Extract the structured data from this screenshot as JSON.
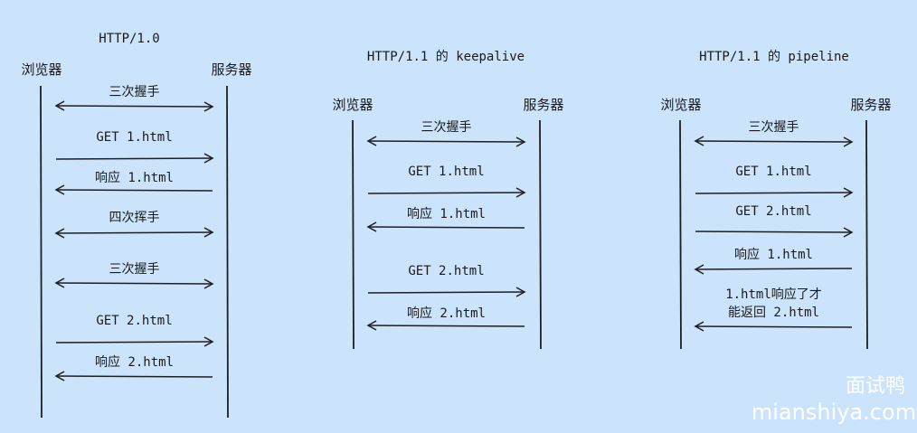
{
  "diagrams": [
    {
      "title": "HTTP/1.0",
      "client": "浏览器",
      "server": "服务器",
      "messages": [
        {
          "label": "三次握手",
          "direction": "both"
        },
        {
          "label": "GET 1.html",
          "direction": "right"
        },
        {
          "label": "响应 1.html",
          "direction": "left"
        },
        {
          "label": "四次挥手",
          "direction": "both"
        },
        {
          "label": "三次握手",
          "direction": "both"
        },
        {
          "label": "GET 2.html",
          "direction": "right"
        },
        {
          "label": "响应 2.html",
          "direction": "left"
        }
      ]
    },
    {
      "title": "HTTP/1.1 的 keepalive",
      "client": "浏览器",
      "server": "服务器",
      "messages": [
        {
          "label": "三次握手",
          "direction": "both"
        },
        {
          "label": "GET 1.html",
          "direction": "right"
        },
        {
          "label": "响应 1.html",
          "direction": "left"
        },
        {
          "label": "GET 2.html",
          "direction": "right"
        },
        {
          "label": "响应 2.html",
          "direction": "left"
        }
      ]
    },
    {
      "title": "HTTP/1.1 的 pipeline",
      "client": "浏览器",
      "server": "服务器",
      "messages": [
        {
          "label": "三次握手",
          "direction": "both"
        },
        {
          "label": "GET 1.html",
          "direction": "right"
        },
        {
          "label": "GET 2.html",
          "direction": "right"
        },
        {
          "label": "响应 1.html",
          "direction": "left"
        },
        {
          "label": "1.html响应了才",
          "label2": "能返回 2.html",
          "direction": "left"
        }
      ]
    }
  ],
  "watermark": {
    "name": "面试鸭",
    "url": "mianshiya.com"
  }
}
